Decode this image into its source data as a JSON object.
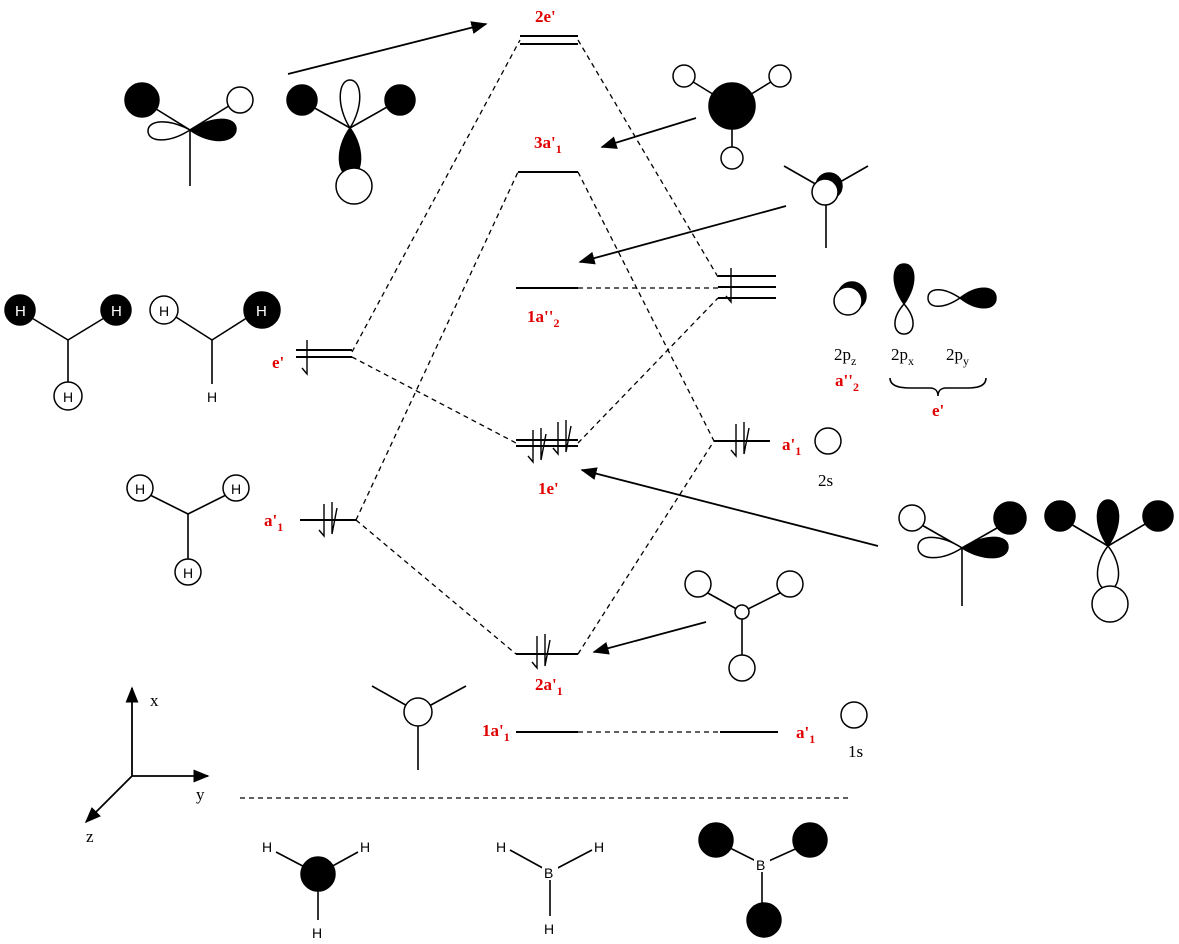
{
  "colors": {
    "label_red": "#e00000",
    "line": "#000000",
    "orbital_fill": "#000000",
    "orbital_empty": "#ffffff"
  },
  "labels": {
    "mo_2e": "2e'",
    "mo_3a1_main": "3a'",
    "mo_3a1_sub": "1",
    "mo_1a2_main": "1a''",
    "mo_1a2_sub": "2",
    "mo_1e": "1e'",
    "mo_2a1_main": "2a'",
    "mo_2a1_sub": "1",
    "mo_1a1_main": "1a'",
    "mo_1a1_sub": "1",
    "left_e": "e'",
    "left_a1_main": "a'",
    "left_a1_sub": "1",
    "right_a1_2s_main": "a'",
    "right_a1_2s_sub": "1",
    "right_a1_1s_main": "a'",
    "right_a1_1s_sub": "1",
    "ao_2pz_main": "2p",
    "ao_2pz_sub": "z",
    "ao_2px_main": "2p",
    "ao_2px_sub": "x",
    "ao_2py_main": "2p",
    "ao_2py_sub": "y",
    "ao_2s": "2s",
    "ao_1s": "1s",
    "sym_a2_main": "a''",
    "sym_a2_sub": "2",
    "sym_e": "e'"
  },
  "axes": {
    "x": "x",
    "y": "y",
    "z": "z"
  },
  "atoms": {
    "H": "H",
    "B": "B"
  }
}
